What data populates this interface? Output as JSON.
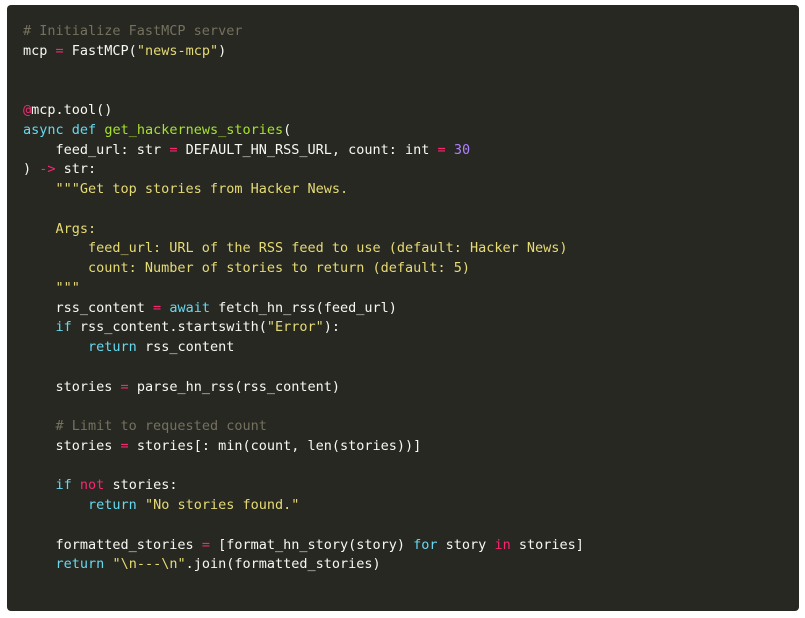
{
  "theme": {
    "background": "#272822",
    "page_background": "#ffffff",
    "colors": {
      "plain": "#f8f8f2",
      "comment": "#75715e",
      "keyword": "#66d9ef",
      "control": "#f92672",
      "operator": "#f92672",
      "string": "#e6db74",
      "number": "#ae81ff",
      "function": "#a6e22e"
    }
  },
  "code": {
    "lines": [
      [
        {
          "t": "comment",
          "v": "# Initialize FastMCP server"
        }
      ],
      [
        {
          "t": "plain",
          "v": "mcp "
        },
        {
          "t": "operator",
          "v": "="
        },
        {
          "t": "plain",
          "v": " FastMCP("
        },
        {
          "t": "string",
          "v": "\"news-mcp\""
        },
        {
          "t": "plain",
          "v": ")"
        }
      ],
      [],
      [],
      [
        {
          "t": "decorator-at",
          "v": "@"
        },
        {
          "t": "plain",
          "v": "mcp.tool()"
        }
      ],
      [
        {
          "t": "keyword",
          "v": "async"
        },
        {
          "t": "plain",
          "v": " "
        },
        {
          "t": "keyword",
          "v": "def"
        },
        {
          "t": "plain",
          "v": " "
        },
        {
          "t": "function",
          "v": "get_hackernews_stories"
        },
        {
          "t": "plain",
          "v": "("
        }
      ],
      [
        {
          "t": "plain",
          "v": "    feed_url: str "
        },
        {
          "t": "operator",
          "v": "="
        },
        {
          "t": "plain",
          "v": " DEFAULT_HN_RSS_URL, count: int "
        },
        {
          "t": "operator",
          "v": "="
        },
        {
          "t": "plain",
          "v": " "
        },
        {
          "t": "number",
          "v": "30"
        }
      ],
      [
        {
          "t": "plain",
          "v": ") "
        },
        {
          "t": "operator",
          "v": "->"
        },
        {
          "t": "plain",
          "v": " str:"
        }
      ],
      [
        {
          "t": "string",
          "v": "    \"\"\"Get top stories from Hacker News."
        }
      ],
      [],
      [
        {
          "t": "string",
          "v": "    Args:"
        }
      ],
      [
        {
          "t": "string",
          "v": "        feed_url: URL of the RSS feed to use (default: Hacker News)"
        }
      ],
      [
        {
          "t": "string",
          "v": "        count: Number of stories to return (default: 5)"
        }
      ],
      [
        {
          "t": "string",
          "v": "    \"\"\""
        }
      ],
      [
        {
          "t": "plain",
          "v": "    rss_content "
        },
        {
          "t": "operator",
          "v": "="
        },
        {
          "t": "plain",
          "v": " "
        },
        {
          "t": "keyword",
          "v": "await"
        },
        {
          "t": "plain",
          "v": " fetch_hn_rss(feed_url)"
        }
      ],
      [
        {
          "t": "plain",
          "v": "    "
        },
        {
          "t": "keyword",
          "v": "if"
        },
        {
          "t": "plain",
          "v": " rss_content.startswith("
        },
        {
          "t": "string",
          "v": "\"Error\""
        },
        {
          "t": "plain",
          "v": "):"
        }
      ],
      [
        {
          "t": "plain",
          "v": "        "
        },
        {
          "t": "keyword",
          "v": "return"
        },
        {
          "t": "plain",
          "v": " rss_content"
        }
      ],
      [],
      [
        {
          "t": "plain",
          "v": "    stories "
        },
        {
          "t": "operator",
          "v": "="
        },
        {
          "t": "plain",
          "v": " parse_hn_rss(rss_content)"
        }
      ],
      [],
      [
        {
          "t": "plain",
          "v": "    "
        },
        {
          "t": "comment",
          "v": "# Limit to requested count"
        }
      ],
      [
        {
          "t": "plain",
          "v": "    stories "
        },
        {
          "t": "operator",
          "v": "="
        },
        {
          "t": "plain",
          "v": " stories[: min(count, len(stories))]"
        }
      ],
      [],
      [
        {
          "t": "plain",
          "v": "    "
        },
        {
          "t": "keyword",
          "v": "if"
        },
        {
          "t": "plain",
          "v": " "
        },
        {
          "t": "control",
          "v": "not"
        },
        {
          "t": "plain",
          "v": " stories:"
        }
      ],
      [
        {
          "t": "plain",
          "v": "        "
        },
        {
          "t": "keyword",
          "v": "return"
        },
        {
          "t": "plain",
          "v": " "
        },
        {
          "t": "string",
          "v": "\"No stories found.\""
        }
      ],
      [],
      [
        {
          "t": "plain",
          "v": "    formatted_stories "
        },
        {
          "t": "operator",
          "v": "="
        },
        {
          "t": "plain",
          "v": " [format_hn_story(story) "
        },
        {
          "t": "keyword",
          "v": "for"
        },
        {
          "t": "plain",
          "v": " story "
        },
        {
          "t": "control",
          "v": "in"
        },
        {
          "t": "plain",
          "v": " stories]"
        }
      ],
      [
        {
          "t": "plain",
          "v": "    "
        },
        {
          "t": "keyword",
          "v": "return"
        },
        {
          "t": "plain",
          "v": " "
        },
        {
          "t": "string",
          "v": "\"\\n---\\n\""
        },
        {
          "t": "plain",
          "v": ".join(formatted_stories)"
        }
      ]
    ]
  }
}
